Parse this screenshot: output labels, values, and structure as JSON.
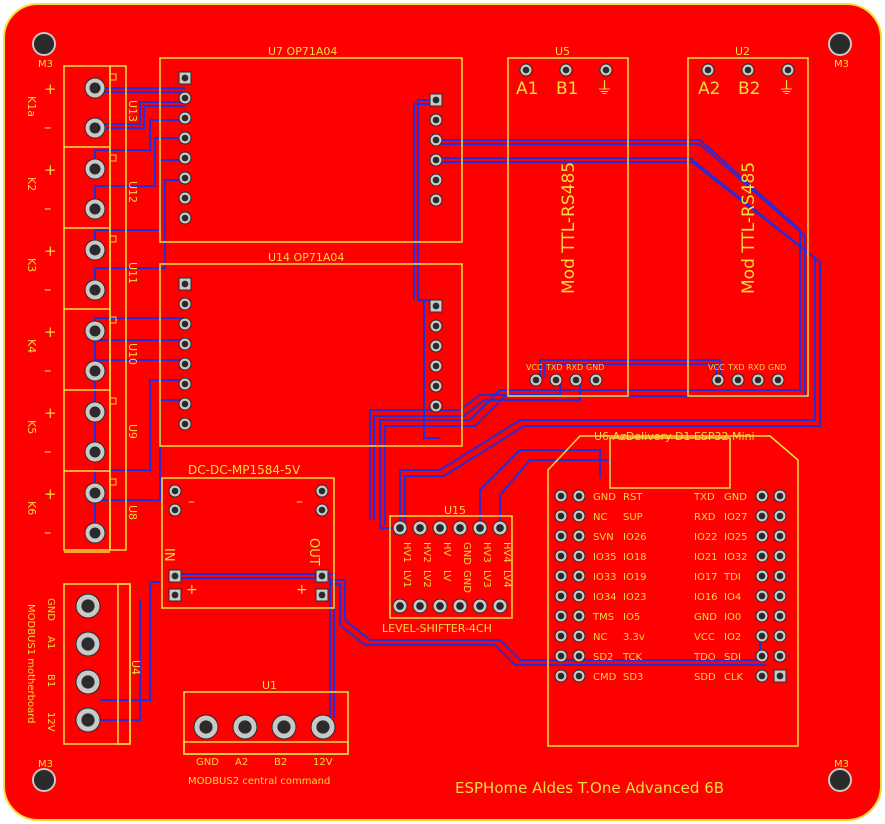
{
  "colors": {
    "board": "#ff0000",
    "silk": "#f5dd3a",
    "trace": "#2b2bd6",
    "pad": "#c8c8c8",
    "pad_hole": "#2b2b2b",
    "background": "#ffffff"
  },
  "mounting_holes": [
    {
      "label": "M3"
    },
    {
      "label": "M3"
    },
    {
      "label": "M3"
    },
    {
      "label": "M3"
    }
  ],
  "relay_terminals": [
    {
      "name": "K1a",
      "ref": "U13",
      "plus": "+",
      "minus": "–"
    },
    {
      "name": "K2",
      "ref": "U12",
      "plus": "+",
      "minus": "–"
    },
    {
      "name": "K3",
      "ref": "U11",
      "plus": "+",
      "minus": "–"
    },
    {
      "name": "K4",
      "ref": "U10",
      "plus": "+",
      "minus": "–"
    },
    {
      "name": "K5",
      "ref": "U9",
      "plus": "+",
      "minus": "–"
    },
    {
      "name": "K6",
      "ref": "U8",
      "plus": "+",
      "minus": "–"
    }
  ],
  "optocouplers": [
    {
      "ref": "U7 OP71A04"
    },
    {
      "ref": "U14 OP71A04"
    }
  ],
  "rs485_modules": [
    {
      "ref": "U5",
      "label": "Mod TTL-RS485",
      "pins_top": [
        "A1",
        "B1",
        "⏚"
      ],
      "pins_bottom": [
        "VCC",
        "TXD",
        "RXD",
        "GND"
      ]
    },
    {
      "ref": "U2",
      "label": "Mod TTL-RS485",
      "pins_top": [
        "A2",
        "B2",
        "⏚"
      ],
      "pins_bottom": [
        "VCC",
        "TXD",
        "RXD",
        "GND"
      ]
    }
  ],
  "dcdc": {
    "ref": "DC-DC-MP1584-5V",
    "in_label": "IN",
    "out_label": "OUT",
    "minus_left": "–",
    "minus_right": "–",
    "plus_left": "+",
    "plus_right": "+"
  },
  "level_shifter": {
    "ref": "U15",
    "label": "LEVEL-SHIFTER-4CH",
    "top_pins": [
      "HV1",
      "HV2",
      "HV",
      "GND",
      "HV3",
      "HV4"
    ],
    "bottom_pins": [
      "LV1",
      "LV2",
      "LV",
      "GND",
      "LV3",
      "LV4"
    ]
  },
  "esp32": {
    "ref": "U6 AzDelivery D1 ESP32 Mini",
    "left_labels": [
      [
        "GND",
        "RST"
      ],
      [
        "NC",
        "SUP"
      ],
      [
        "SVN",
        "IO26"
      ],
      [
        "IO35",
        "IO18"
      ],
      [
        "IO33",
        "IO19"
      ],
      [
        "IO34",
        "IO23"
      ],
      [
        "TMS",
        "IO5"
      ],
      [
        "NC",
        "3.3v"
      ],
      [
        "SD2",
        "TCK"
      ],
      [
        "CMD",
        "SD3"
      ]
    ],
    "right_labels": [
      [
        "TXD",
        "GND"
      ],
      [
        "RXD",
        "IO27"
      ],
      [
        "IO22",
        "IO25"
      ],
      [
        "IO21",
        "IO32"
      ],
      [
        "IO17",
        "TDI"
      ],
      [
        "IO16",
        "IO4"
      ],
      [
        "GND",
        "IO0"
      ],
      [
        "VCC",
        "IO2"
      ],
      [
        "TDO",
        "SDI"
      ],
      [
        "SDD",
        "CLK"
      ]
    ]
  },
  "modbus1": {
    "ref": "U4",
    "title": "MODBUS1 motherboard",
    "pins": [
      "GND",
      "A1",
      "B1",
      "12V"
    ]
  },
  "modbus2": {
    "ref": "U1",
    "title": "MODBUS2 central command",
    "pins": [
      "GND",
      "A2",
      "B2",
      "12V"
    ]
  },
  "board_title": "ESPHome Aldes T.One Advanced 6B"
}
